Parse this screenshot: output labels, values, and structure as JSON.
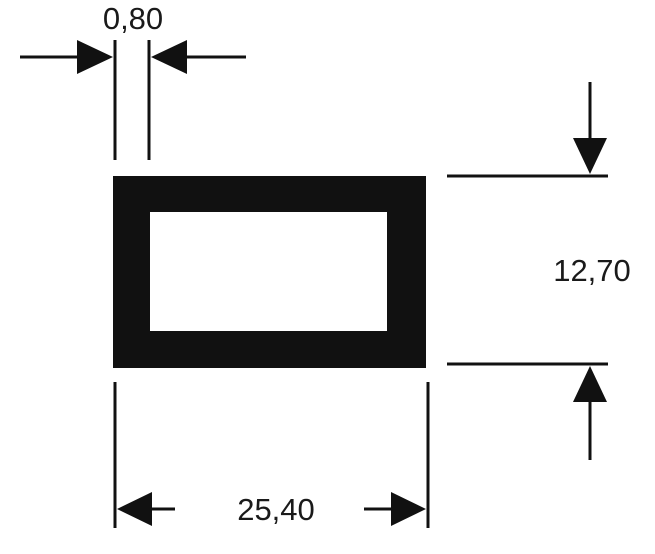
{
  "dimensions": {
    "wall_thickness": "0,80",
    "height": "12,70",
    "width": "25,40"
  },
  "colors": {
    "ink": "#111111",
    "background": "#ffffff"
  }
}
